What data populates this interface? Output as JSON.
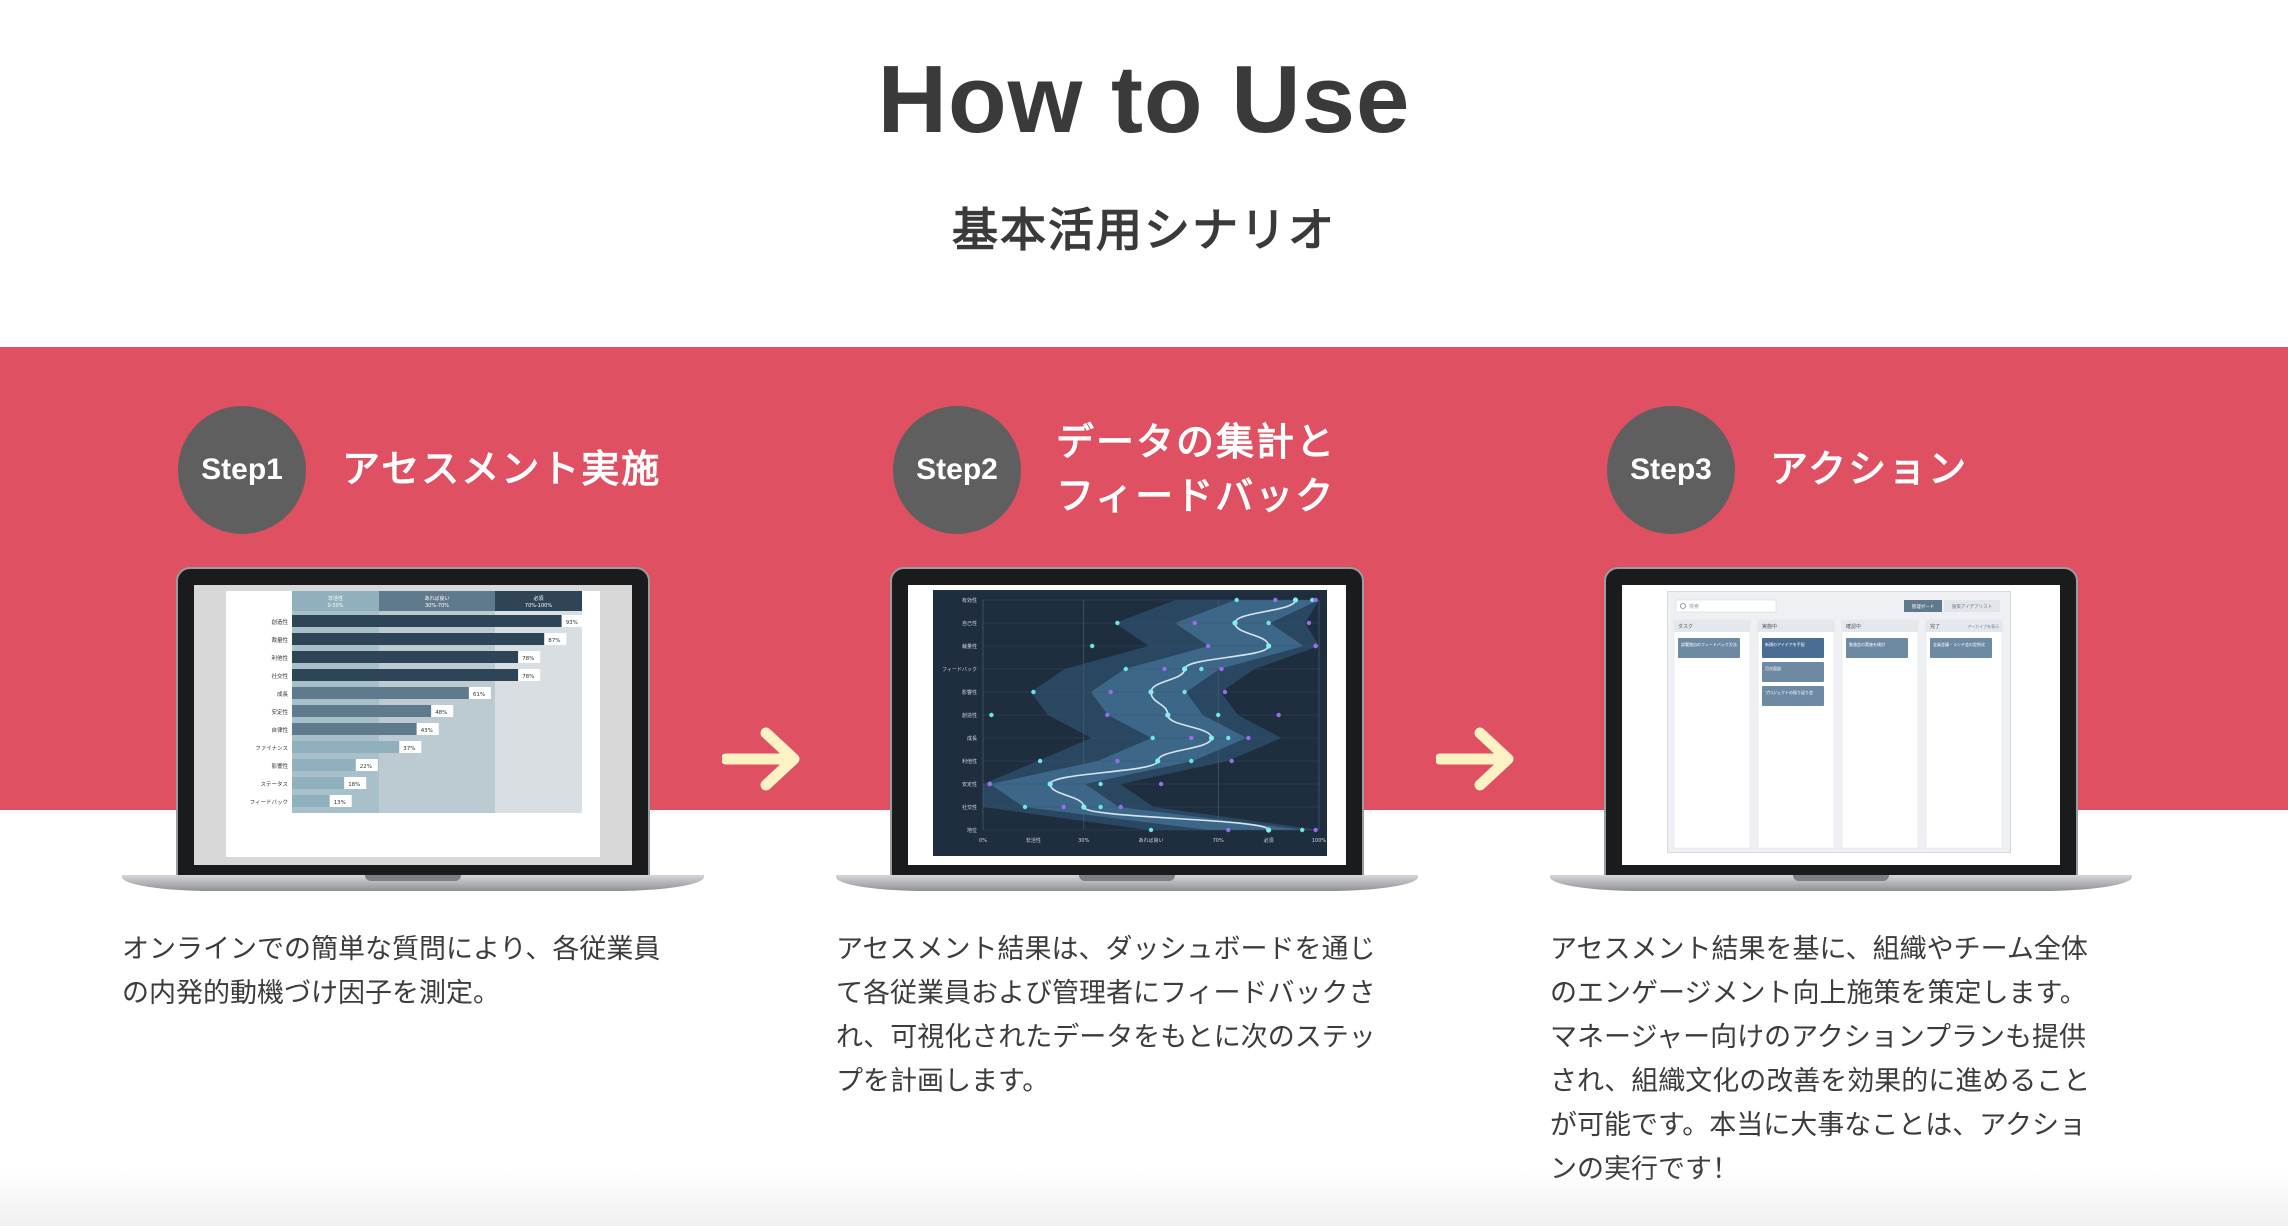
{
  "page": {
    "title": "How to Use",
    "subtitle": "基本活用シナリオ"
  },
  "colors": {
    "band": "#de5062",
    "badge": "#5f5f5f",
    "arrow": "#fdf2c4"
  },
  "steps": [
    {
      "badge": "Step1",
      "title_lines": [
        "アセスメント実施"
      ],
      "desc_lines": [
        "オンラインでの簡単な質問により、各従業員",
        "の内発的動機づけ因子を測定。"
      ]
    },
    {
      "badge": "Step2",
      "title_lines": [
        "データの集計と",
        "フィードバック"
      ],
      "desc_lines": [
        "アセスメント結果は、ダッシュボードを通じ",
        "て各従業員および管理者にフィードバックさ",
        "れ、可視化されたデータをもとに次のステッ",
        "プを計画します。"
      ]
    },
    {
      "badge": "Step3",
      "title_lines": [
        "アクション"
      ],
      "desc_lines": [
        "アセスメント結果を基に、組織やチーム全体",
        "のエンゲージメント向上施策を策定します。",
        "マネージャー向けのアクションプランも提供",
        "され、組織文化の改善を効果的に進めること",
        "が可能です。本当に大事なことは、アクショ",
        "ンの実行です！"
      ]
    }
  ],
  "arrow_icons": [
    "arrow-right-icon",
    "arrow-right-icon"
  ],
  "screen1": {
    "columns": [
      {
        "label": "非活性",
        "range": "0-30%"
      },
      {
        "label": "あれば良い",
        "range": "30%-70%"
      },
      {
        "label": "必須",
        "range": "70%-100%"
      }
    ],
    "rows": [
      {
        "label": "創造性",
        "pct": 93
      },
      {
        "label": "裁量性",
        "pct": 87
      },
      {
        "label": "利他性",
        "pct": 78
      },
      {
        "label": "社交性",
        "pct": 78
      },
      {
        "label": "成長",
        "pct": 61
      },
      {
        "label": "安定性",
        "pct": 48
      },
      {
        "label": "自律性",
        "pct": 43
      },
      {
        "label": "ファイナンス",
        "pct": 37
      },
      {
        "label": "影響性",
        "pct": 22
      },
      {
        "label": "ステータス",
        "pct": 18
      },
      {
        "label": "フィードバック",
        "pct": 13
      }
    ]
  },
  "screen2": {
    "row_labels": [
      "有効性",
      "自己性",
      "裁量性",
      "フィードバック",
      "影響性",
      "創造性",
      "成長",
      "利他性",
      "安定性",
      "社交性",
      "地位"
    ],
    "x_ticks": [
      "0%",
      "非活性",
      "30%",
      "あれば良い",
      "70%",
      "必須",
      "100%"
    ],
    "line_values": [
      0.93,
      0.75,
      0.85,
      0.6,
      0.5,
      0.55,
      0.68,
      0.52,
      0.2,
      0.3,
      0.85
    ]
  },
  "screen3": {
    "search_placeholder": "検索",
    "tabs": [
      "管理ボード",
      "施策アイデアリスト"
    ],
    "lists": [
      {
        "title": "タスク",
        "cards": [
          "部署独自のフィードバック方法"
        ]
      },
      {
        "title": "実施中",
        "cards": [
          "新規のアイデアを手配",
          "月次面談",
          "プロジェクトの振り返り会"
        ]
      },
      {
        "title": "確認中",
        "cards": [
          "勉強会の実施を検討"
        ]
      },
      {
        "title": "完了",
        "link": "アーカイブを表示",
        "cards": [
          "全員会議・ランチ会の定例化"
        ]
      }
    ]
  }
}
